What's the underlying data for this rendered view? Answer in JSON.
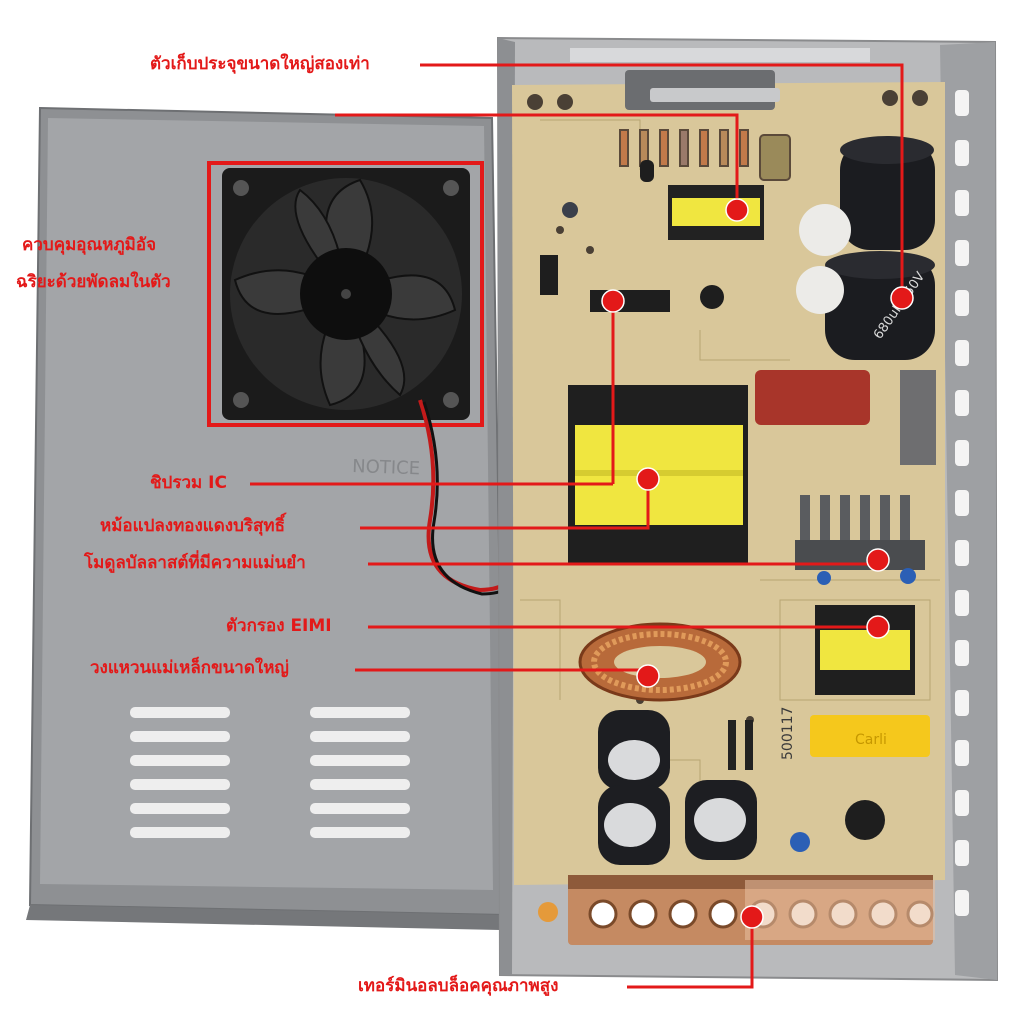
{
  "colors": {
    "annotation": "#e31919",
    "pcb": "#d9c79a",
    "case": "#9a9c9f",
    "transformer_tape": "#f0e640"
  },
  "labels": {
    "capacitor": "ตัวเก็บประจุขนาดใหญ่สองเท่า",
    "fan_line1": "ควบคุมอุณหภูมิอัจ",
    "fan_line2": "ฉริยะด้วยพัดลมในตัว",
    "ic": "ชิปรวม IC",
    "transformer": "หม้อแปลงทองแดงบริสุทธิ์",
    "ballast": "โมดูลบัลลาสต์ที่มีความแม่นยำ",
    "emi": "ตัวกรอง EIMI",
    "ring": "วงแหวนแม่เหล็กขนาดใหญ่",
    "terminal": "เทอร์มินอลบล็อคคุณภาพสูง"
  },
  "board_text": {
    "model": "500117",
    "brand": "Carli",
    "cap_rating": "680uF 250V",
    "notice": "NOTICE"
  }
}
